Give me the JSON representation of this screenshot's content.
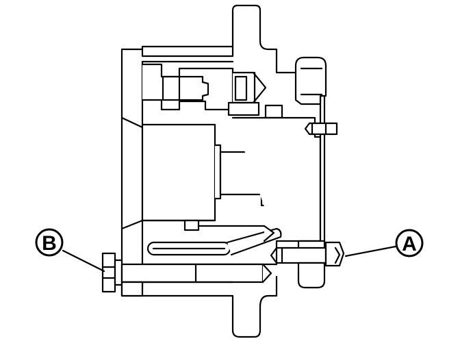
{
  "diagram": {
    "callouts": [
      {
        "id": "a",
        "label": "A"
      },
      {
        "id": "b",
        "label": "B"
      }
    ],
    "colors": {
      "ink": "#000000",
      "paper": "#ffffff"
    }
  }
}
